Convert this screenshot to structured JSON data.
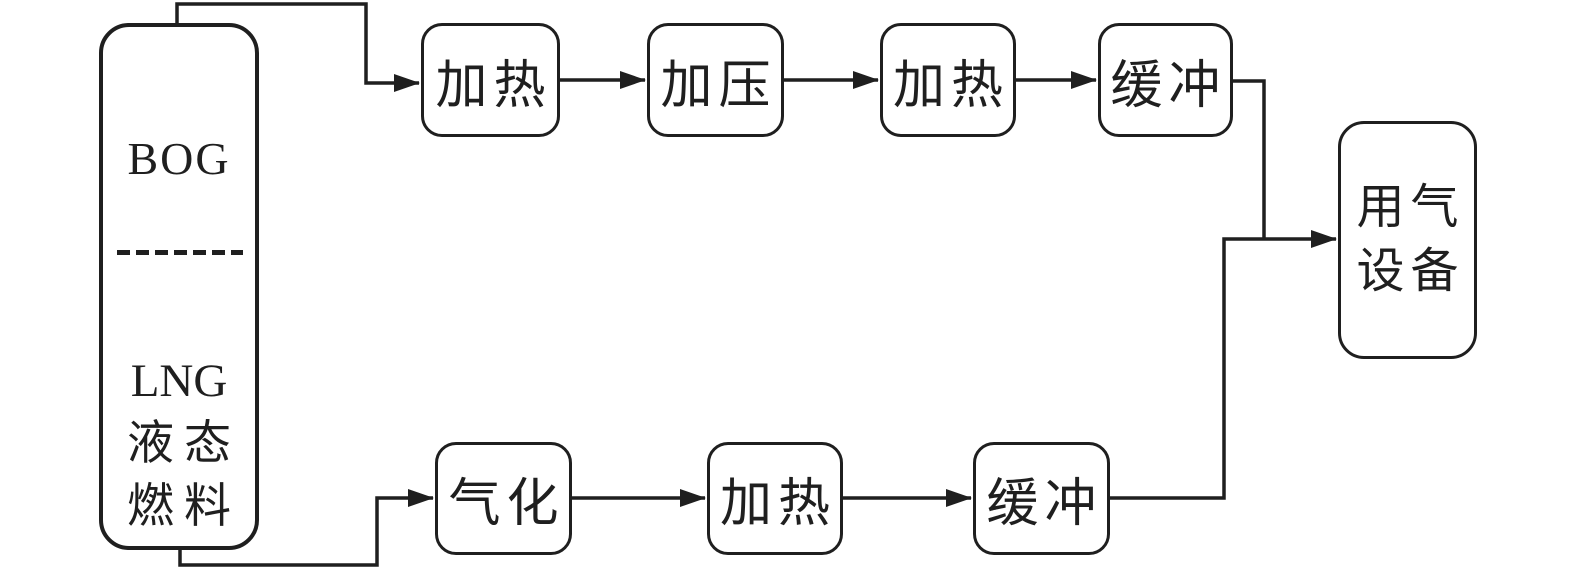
{
  "diagram": {
    "colors": {
      "line": "#1f1f1f",
      "background": "#ffffff"
    },
    "source_tank": {
      "top_label": "BOG",
      "bottom_lines": [
        "LNG",
        "液态",
        "燃料"
      ]
    },
    "top_branch": {
      "boxes": [
        "加热",
        "加压",
        "加热",
        "缓冲"
      ]
    },
    "bottom_branch": {
      "boxes": [
        "气化",
        "加热",
        "缓冲"
      ]
    },
    "sink": {
      "lines": [
        "用气",
        "设备"
      ]
    }
  }
}
